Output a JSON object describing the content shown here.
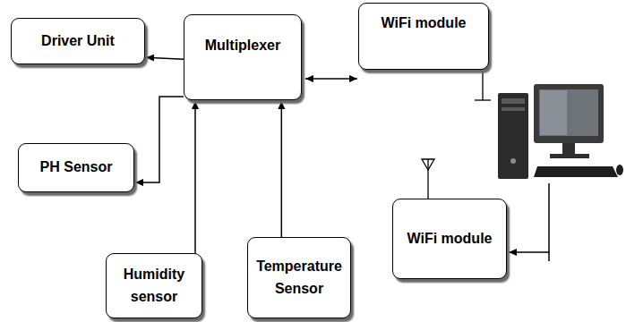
{
  "diagram": {
    "nodes": [
      {
        "text": [
          "Driver Unit"
        ]
      },
      {
        "text": [
          "Multiplexer"
        ]
      },
      {
        "text": [
          "WiFi module"
        ]
      },
      {
        "text": [
          "PH Sensor"
        ]
      },
      {
        "text": [
          "WiFi module"
        ]
      },
      {
        "text": [
          "Humidity sensor"
        ]
      },
      {
        "text": [
          "Temperature Sensor"
        ]
      }
    ],
    "edges": [
      {
        "from": 1,
        "to": 0,
        "arrow": "to"
      },
      {
        "from": 1,
        "to": 3,
        "arrow": "to"
      },
      {
        "from": 5,
        "to": 1,
        "arrow": "to"
      },
      {
        "from": 6,
        "to": 1,
        "arrow": "to"
      },
      {
        "from": 1,
        "to": 2,
        "arrow": "both"
      }
    ]
  }
}
